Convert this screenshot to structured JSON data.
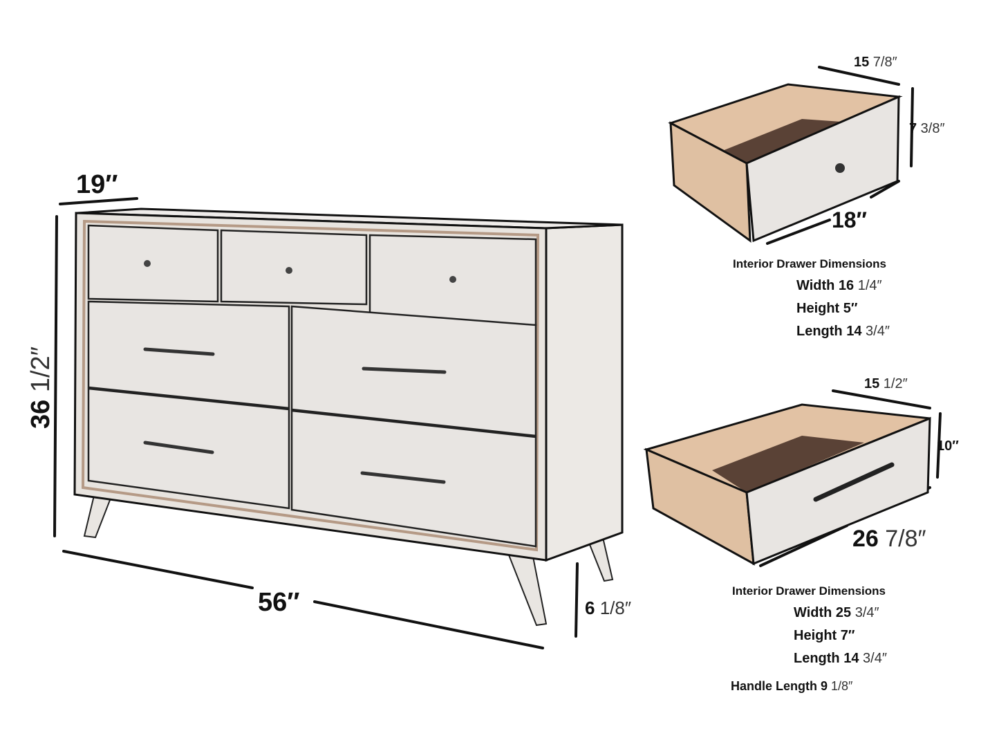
{
  "dresser": {
    "depth": {
      "bold": "19″",
      "light": ""
    },
    "height": {
      "bold": "36",
      "light": " 1/2″"
    },
    "width": {
      "bold": "56″",
      "light": ""
    },
    "leg_height": {
      "bold": "6",
      "light": " 1/8″"
    },
    "colors": {
      "body": "#e8e4df",
      "outline": "#1a1a1a",
      "edge": "#b59a86"
    }
  },
  "small_drawer": {
    "depth": {
      "bold": "15",
      "light": " 7/8″"
    },
    "height": {
      "bold": "7",
      "light": " 3/8″"
    },
    "width": {
      "bold": "18″",
      "light": ""
    },
    "interior": {
      "heading": "Interior Drawer Dimensions",
      "width": {
        "label": "Width 16",
        "light": " 1/4″"
      },
      "height": {
        "label": "Height 5″",
        "light": ""
      },
      "length": {
        "label": "Length 14",
        "light": " 3/4″"
      }
    }
  },
  "large_drawer": {
    "depth": {
      "bold": "15",
      "light": " 1/2″"
    },
    "height": {
      "bold": "10″",
      "light": ""
    },
    "width": {
      "bold": "26",
      "light": " 7/8″"
    },
    "interior": {
      "heading": "Interior Drawer Dimensions",
      "width": {
        "label": "Width 25",
        "light": " 3/4″"
      },
      "height": {
        "label": "Height 7″",
        "light": ""
      },
      "length": {
        "label": "Length 14",
        "light": " 3/4″"
      }
    },
    "handle": {
      "label": "Handle Length 9",
      "light": " 1/8″"
    }
  },
  "colors": {
    "wood_interior": "#e2c2a4",
    "wood_dark": "#5a4236",
    "drawer_front": "#e8e5e2"
  }
}
